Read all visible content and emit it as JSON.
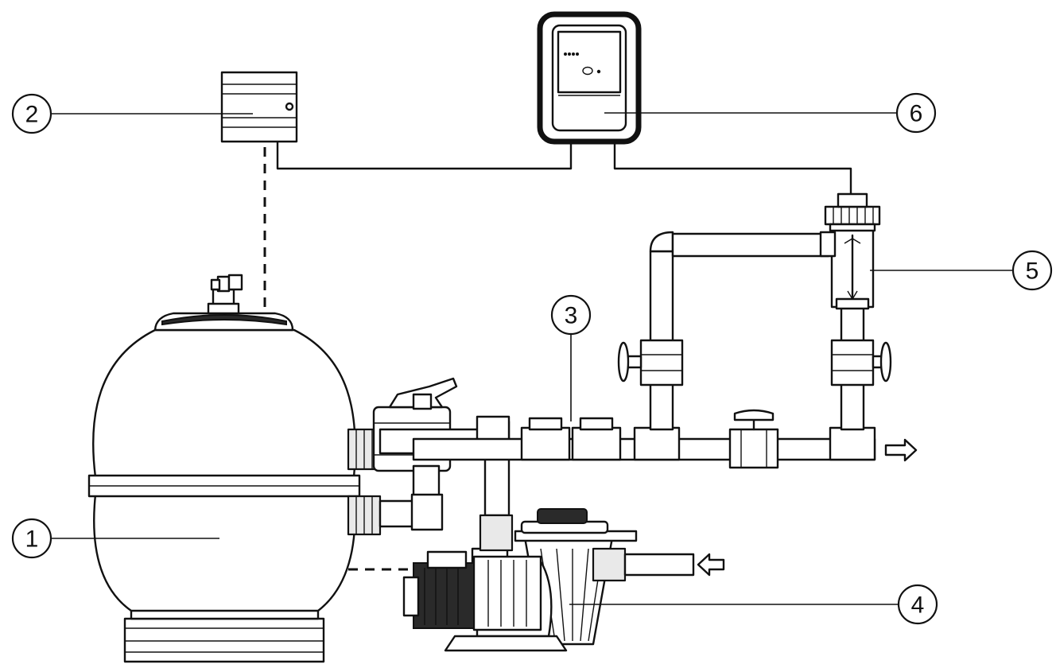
{
  "components": [
    {
      "id": "1",
      "label": "1"
    },
    {
      "id": "2",
      "label": "2"
    },
    {
      "id": "3",
      "label": "3"
    },
    {
      "id": "4",
      "label": "4"
    },
    {
      "id": "5",
      "label": "5"
    },
    {
      "id": "6",
      "label": "6"
    }
  ],
  "arrows": {
    "inlet": "left",
    "outlet": "right"
  }
}
